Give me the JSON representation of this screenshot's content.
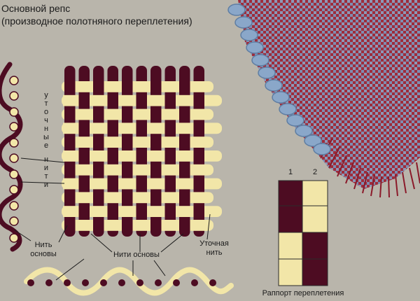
{
  "title": "Основной репс",
  "subtitle": "(производное полотняного переплетения)",
  "labels": {
    "weft_vertical_top": [
      "у",
      "т",
      "о",
      "ч",
      "н",
      "ы",
      "е"
    ],
    "weft_vertical_bottom": [
      "н",
      "и",
      "т",
      "и"
    ],
    "warp_thread_line1": "Нить",
    "warp_thread_line2": "основы",
    "warp_threads": "Нити основы",
    "weft_thread_line1": "Уточная",
    "weft_thread_line2": "нить",
    "rapport_col1": "1",
    "rapport_col2": "2",
    "rapport_caption": "Раппорт переплетения"
  },
  "colors": {
    "background": "#b9b5ab",
    "warp": "#4d0c22",
    "weft": "#f2e6a8",
    "fabric_red": "#9e2c3b",
    "fabric_blue": "#8aa7c9"
  },
  "rapport": {
    "columns": 2,
    "rows": 4,
    "cells": [
      [
        "warp",
        "weft"
      ],
      [
        "warp",
        "weft"
      ],
      [
        "weft",
        "warp"
      ],
      [
        "weft",
        "warp"
      ]
    ]
  }
}
